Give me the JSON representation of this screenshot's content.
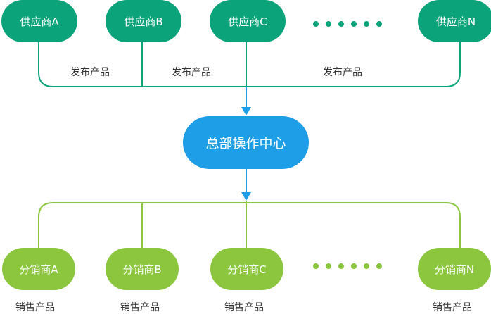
{
  "colors": {
    "supplier": "#0aa37a",
    "hub": "#1d9ee6",
    "distributor": "#8cc63f",
    "supplier_line": "#0aa37a",
    "distributor_line": "#8cc63f",
    "arrow": "#1d9ee6"
  },
  "suppliers": [
    {
      "label": "供应商A"
    },
    {
      "label": "供应商B"
    },
    {
      "label": "供应商C"
    },
    {
      "label": "供应商N"
    }
  ],
  "publish_labels": [
    "发布产品",
    "发布产品",
    "发布产品"
  ],
  "hub": {
    "label": "总部操作中心"
  },
  "distributors": [
    {
      "label": "分销商A",
      "caption": "销售产品"
    },
    {
      "label": "分销商B",
      "caption": "销售产品"
    },
    {
      "label": "分销商C",
      "caption": "销售产品"
    },
    {
      "label": "分销商N",
      "caption": "销售产品"
    }
  ],
  "ellipsis_icon": "dots-icon"
}
